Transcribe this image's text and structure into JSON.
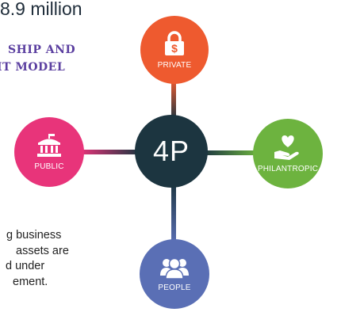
{
  "header": {
    "amount": "8.9 million",
    "subtitle_line1": "SHIP AND",
    "subtitle_line2": "IT MODEL"
  },
  "description": {
    "lines": [
      "g business",
      "assets are",
      "d under",
      "ement."
    ]
  },
  "diagram": {
    "center_label": "4P",
    "nodes": {
      "private": {
        "label": "PRIVATE",
        "icon": "lock-dollar-icon",
        "color": "#ee5a2f"
      },
      "public": {
        "label": "PUBLIC",
        "icon": "government-building-icon",
        "color": "#e8347a"
      },
      "philanthropic": {
        "label": "PHILANTROPIC",
        "icon": "heart-in-hand-icon",
        "color": "#6db33f"
      },
      "people": {
        "label": "PEOPLE",
        "icon": "people-group-icon",
        "color": "#5a6fb5"
      }
    },
    "center_color": "#1c3540"
  }
}
